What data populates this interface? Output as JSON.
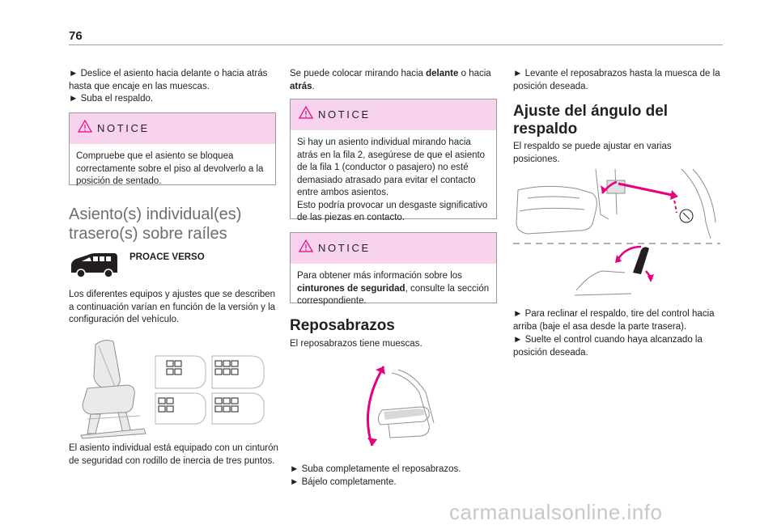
{
  "page": {
    "number": "76"
  },
  "col1": {
    "step1": "► Deslice el asiento hacia delante o hacia atrás hasta que encaje en las muescas.",
    "step2": "► Suba el respaldo.",
    "notice": {
      "title": "NOTICE",
      "body": "Compruebe que el asiento se bloquea correctamente sobre el piso al devolverlo a la posición de sentado."
    },
    "heading": "Asiento(s) individual(es) trasero(s) sobre raíles",
    "model_label": "PROACE VERSO",
    "intro": "Los diferentes equipos y ajustes que se describen a continuación varían en función de la versión y la configuración del vehículo.",
    "caption": "El asiento individual está equipado con un cinturón de seguridad con rodillo de inercia de tres puntos."
  },
  "col2": {
    "intro_a": "Se puede colocar mirando hacia ",
    "intro_b": "delante",
    "intro_c": " o hacia ",
    "intro_d": "atrás",
    "intro_e": ".",
    "notice1": {
      "title": "NOTICE",
      "body1": "Si hay un asiento individual mirando hacia atrás en la fila 2, asegúrese de que el asiento de la fila 1 (conductor o pasajero) no esté demasiado atrasado para evitar el contacto entre ambos asientos.",
      "body2": "Esto podría provocar un desgaste significativo de las piezas en contacto."
    },
    "notice2": {
      "title": "NOTICE",
      "body_a": "Para obtener más información sobre los ",
      "body_b": "cinturones de seguridad",
      "body_c": ", consulte la sección correspondiente."
    },
    "heading": "Reposabrazos",
    "sub": "El reposabrazos tiene muescas.",
    "step1": "► Suba completamente el reposabrazos.",
    "step2": "► Bájelo completamente."
  },
  "col3": {
    "step1": "► Levante el reposabrazos hasta la muesca de la posición deseada.",
    "heading": "Ajuste del ángulo del respaldo",
    "intro": "El respaldo se puede ajustar en varias posiciones.",
    "step2": "► Para reclinar el respaldo, tire del control hacia arriba (baje el asa desde la parte trasera).",
    "step3": "► Suelte el control cuando haya alcanzado la posición deseada."
  },
  "watermark": "carmanualsonline.info",
  "colors": {
    "notice_header": "#f7d3ee",
    "magenta": "#e6007e",
    "text": "#231f20",
    "heading_grey": "#6d6e71"
  }
}
